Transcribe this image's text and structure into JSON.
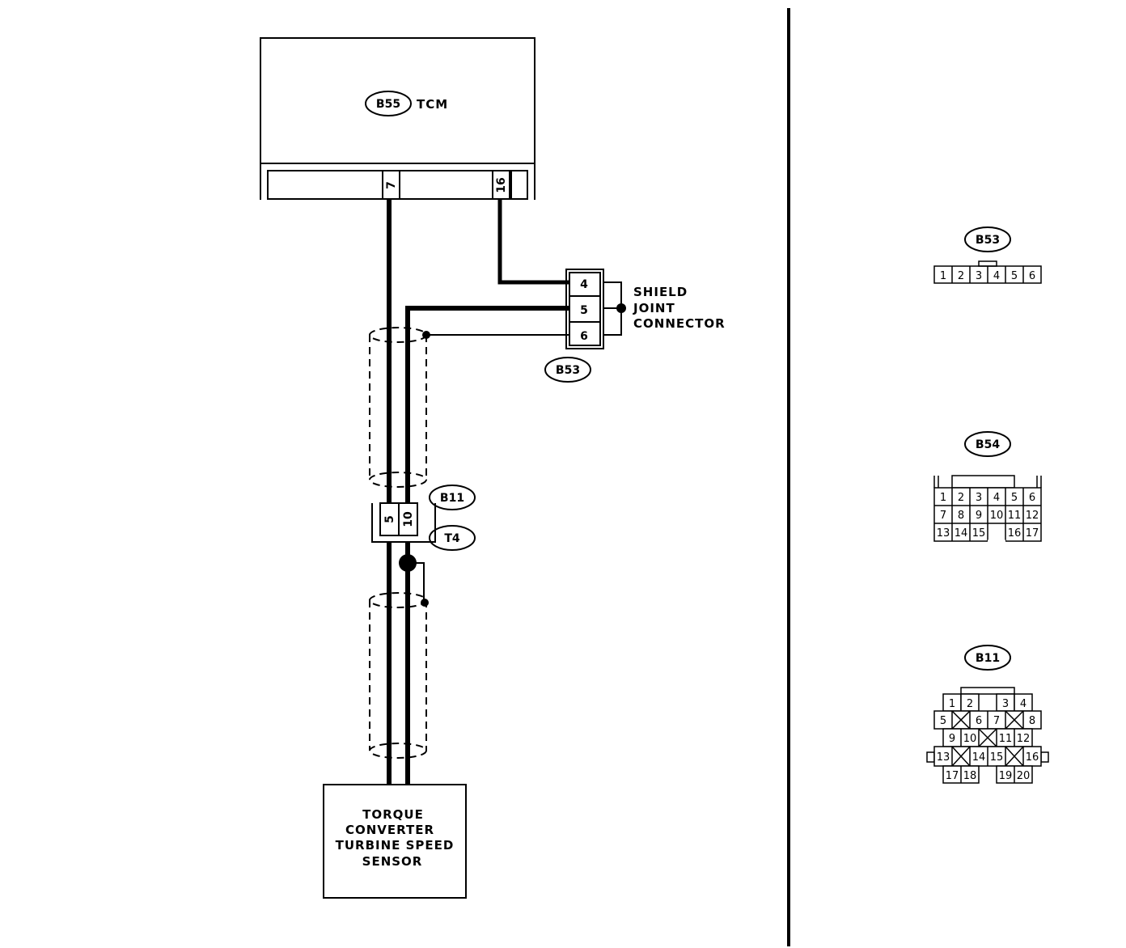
{
  "tcm": {
    "connector_id": "B55",
    "label": "TCM",
    "pins": [
      "7",
      "16"
    ]
  },
  "shield_joint": {
    "connector_id": "B53",
    "label_lines": [
      "SHIELD",
      "JOINT",
      "CONNECTOR"
    ],
    "pins": [
      "4",
      "5",
      "6"
    ]
  },
  "junction": {
    "connector_ids": [
      "B11",
      "T4"
    ],
    "pins": [
      "5",
      "10"
    ]
  },
  "sensor": {
    "label_lines": [
      "TORQUE",
      "CONVERTER",
      "TURBINE SPEED",
      "SENSOR"
    ]
  },
  "connector_views": {
    "b53": {
      "id": "B53",
      "pins": [
        "1",
        "2",
        "3",
        "4",
        "5",
        "6"
      ]
    },
    "b54": {
      "id": "B54",
      "rows": [
        [
          "1",
          "2",
          "3",
          "4",
          "5",
          "6"
        ],
        [
          "7",
          "8",
          "9",
          "10",
          "11",
          "12"
        ],
        [
          "13",
          "14",
          "15",
          "16",
          "17"
        ]
      ]
    },
    "b11": {
      "id": "B11",
      "rows": [
        [
          "1",
          "2",
          "3",
          "4"
        ],
        [
          "5",
          "6",
          "7",
          "8"
        ],
        [
          "9",
          "10",
          "11",
          "12"
        ],
        [
          "13",
          "14",
          "15",
          "16"
        ],
        [
          "17",
          "18",
          "19",
          "20"
        ]
      ]
    }
  }
}
